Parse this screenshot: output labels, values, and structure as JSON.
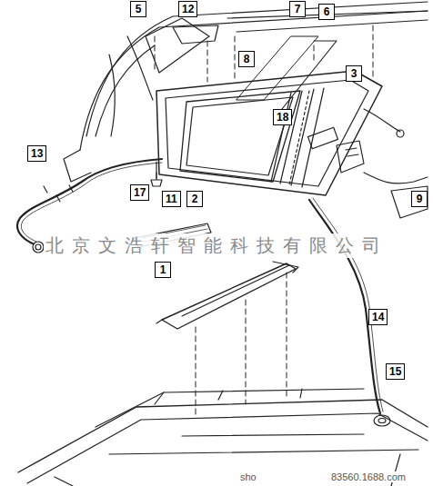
{
  "diagram": {
    "labels": [
      "5",
      "12",
      "7",
      "6",
      "8",
      "3",
      "18",
      "2",
      "11",
      "17",
      "13",
      "9",
      "1",
      "14",
      "15",
      "北京文浩轩智能科技有限公司",
      "sho",
      "83560.1688.com"
    ]
  }
}
